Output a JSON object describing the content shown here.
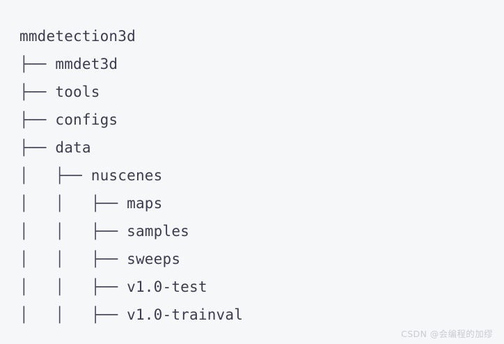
{
  "document": {
    "kind": "directory-tree-listing",
    "background_color": "#f6f7f9",
    "text_color": "#3c3c50",
    "root_label": "mmdetection3d",
    "tree_lines": [
      {
        "prefix": "",
        "name": "mmdetection3d",
        "depth": 0
      },
      {
        "prefix": "├── ",
        "name": "mmdet3d",
        "depth": 1
      },
      {
        "prefix": "├── ",
        "name": "tools",
        "depth": 1
      },
      {
        "prefix": "├── ",
        "name": "configs",
        "depth": 1
      },
      {
        "prefix": "├── ",
        "name": "data",
        "depth": 1
      },
      {
        "prefix": "│   ├── ",
        "name": "nuscenes",
        "depth": 2
      },
      {
        "prefix": "│   │   ├── ",
        "name": "maps",
        "depth": 3
      },
      {
        "prefix": "│   │   ├── ",
        "name": "samples",
        "depth": 3
      },
      {
        "prefix": "│   │   ├── ",
        "name": "sweeps",
        "depth": 3
      },
      {
        "prefix": "│   │   ├── ",
        "name": "v1.0-test",
        "depth": 3
      },
      {
        "prefix": "│   │   ├── ",
        "name": "v1.0-trainval",
        "depth": 3
      }
    ]
  },
  "watermark": {
    "text": "CSDN @会编程的加缪",
    "color": "#c9ccd2"
  }
}
